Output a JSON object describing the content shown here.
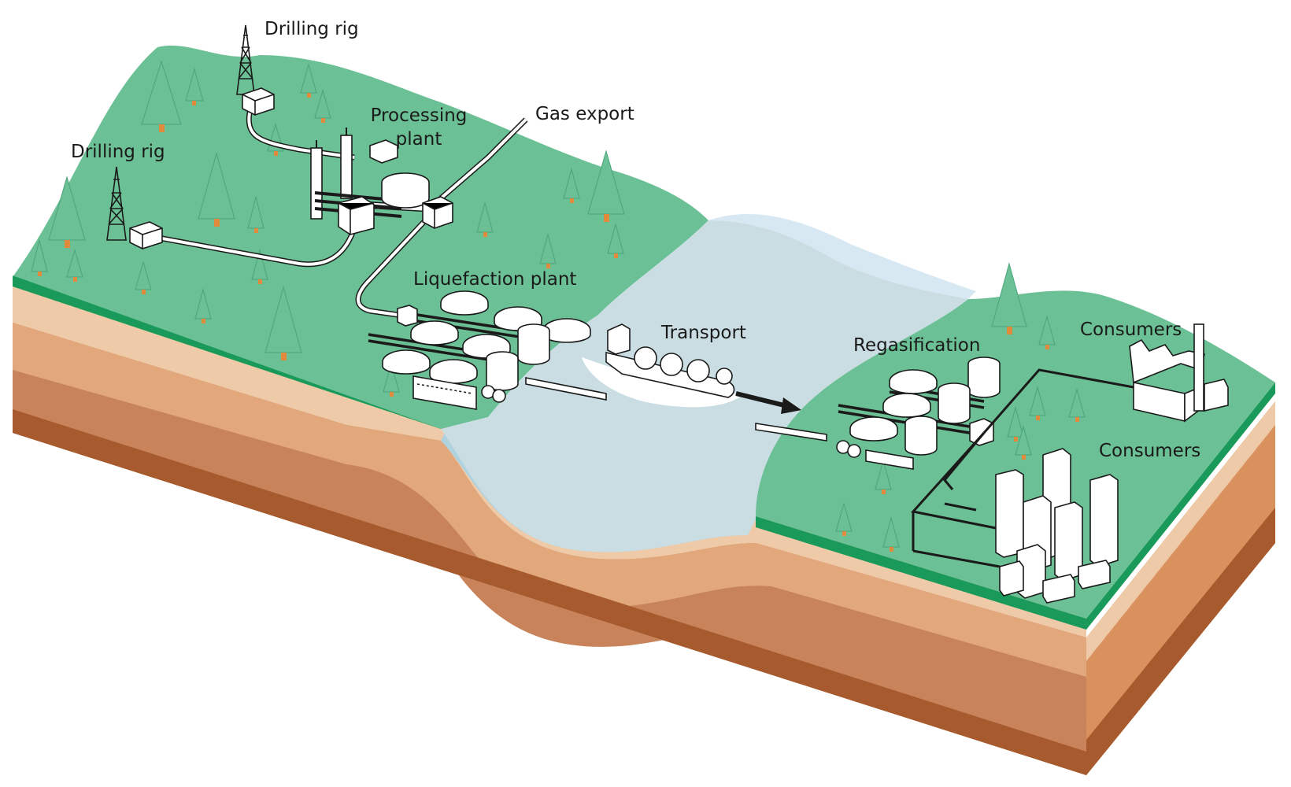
{
  "labels": {
    "drilling_rig_top": "Drilling rig",
    "drilling_rig_left": "Drilling rig",
    "processing_plant_line1": "Processing",
    "processing_plant_line2": "plant",
    "gas_export": "Gas export",
    "liquefaction_plant": "Liquefaction plant",
    "transport": "Transport",
    "regasification": "Regasification",
    "consumers_industrial": "Consumers",
    "consumers_city": "Consumers"
  },
  "colors": {
    "ground_green": "#6cc095",
    "ground_edge_green": "#1a9a5a",
    "tree_green": "#6cc095",
    "tree_trunk": "#e28a3c",
    "water_light": "#c9dde2",
    "water_deep": "#aed3de",
    "water_far": "#d8e8f2",
    "soil_top": "#efcaa8",
    "soil_mid": "#e2a87c",
    "soil_dark": "#c8835a",
    "soil_bottom": "#a65a2e",
    "side_right": "#d9925e",
    "ink": "#1a1a1a"
  },
  "icons": [
    "drilling-rig-icon",
    "pipeline-icon",
    "storage-tank-icon",
    "lng-ship-icon",
    "arrow-icon",
    "factory-icon",
    "building-icon",
    "tree-icon"
  ]
}
